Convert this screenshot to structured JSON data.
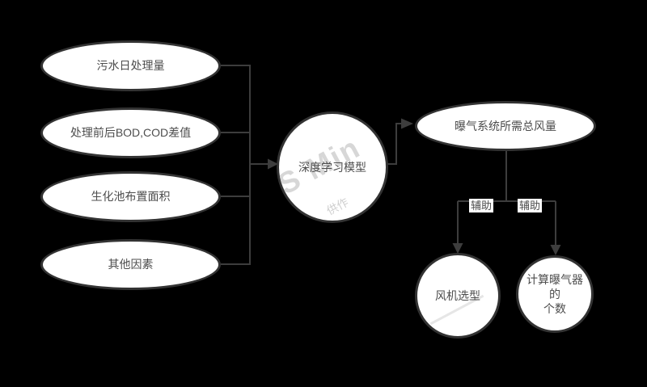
{
  "diagram": {
    "background_color": "#000000",
    "shape_fill_color": "#ffffff",
    "shape_border_color": "#333333",
    "connector_color": "#3d3d3d",
    "text_color": "#4d4d4d",
    "nodes": {
      "input1": {
        "shape": "ellipse",
        "label": "污水日处理量"
      },
      "input2": {
        "shape": "ellipse",
        "label": "处理前后BOD,COD差值"
      },
      "input3": {
        "shape": "ellipse",
        "label": "生化池布置面积"
      },
      "input4": {
        "shape": "ellipse",
        "label": "其他因素"
      },
      "model": {
        "shape": "circle",
        "label": "深度学习模型"
      },
      "output": {
        "shape": "ellipse",
        "label": "曝气系统所需总风量"
      },
      "fan": {
        "shape": "circle",
        "label": "风机选型"
      },
      "aerator": {
        "shape": "circle",
        "label": "计算曝气器的\n个数"
      }
    },
    "edge_labels": {
      "left": "辅助",
      "right": "辅助"
    },
    "watermark": {
      "line1": "S Min",
      "line2": "供作"
    }
  }
}
